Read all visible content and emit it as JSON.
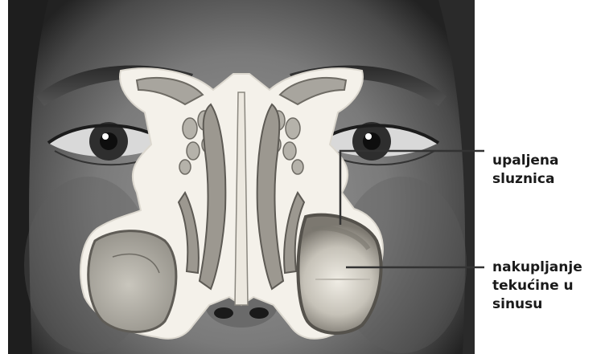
{
  "labels": {
    "inflamed_mucosa": [
      "upaljena",
      "sluznica"
    ],
    "fluid_in_sinus": [
      "nakupljanje",
      "tekućine u",
      "sinusu"
    ]
  },
  "colors": {
    "text": "#1a1a1a",
    "leader_line": "#333333",
    "bone": "#f4f1ea",
    "face_mid": "#8a8a8a",
    "face_dark": "#3a3a3a"
  }
}
